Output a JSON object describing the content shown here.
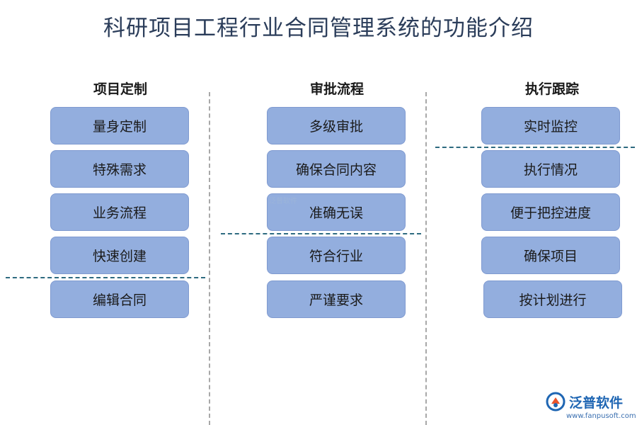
{
  "title": "科研项目工程行业合同管理系统的功能介绍",
  "columns": [
    {
      "heading": "项目定制",
      "items": [
        "量身定制",
        "特殊需求",
        "业务流程",
        "快速创建",
        "编辑合同"
      ]
    },
    {
      "heading": "审批流程",
      "items": [
        "多级审批",
        "确保合同内容",
        "准确无误",
        "符合行业",
        "严谨要求"
      ]
    },
    {
      "heading": "执行跟踪",
      "items": [
        "实时监控",
        "执行情况",
        "便于把控进度",
        "确保项目",
        "按计划进行"
      ]
    }
  ],
  "watermark_small": "泛普软件",
  "logo": {
    "name": "泛普软件",
    "url": "www.fanpusoft.com",
    "brand_color": "#1f66b3",
    "accent_color": "#e9542b"
  },
  "colors": {
    "box_fill": "#93aede",
    "title": "#2b3d5a",
    "divider_h": "#2e6b80",
    "divider_v": "#a8a8a8"
  }
}
